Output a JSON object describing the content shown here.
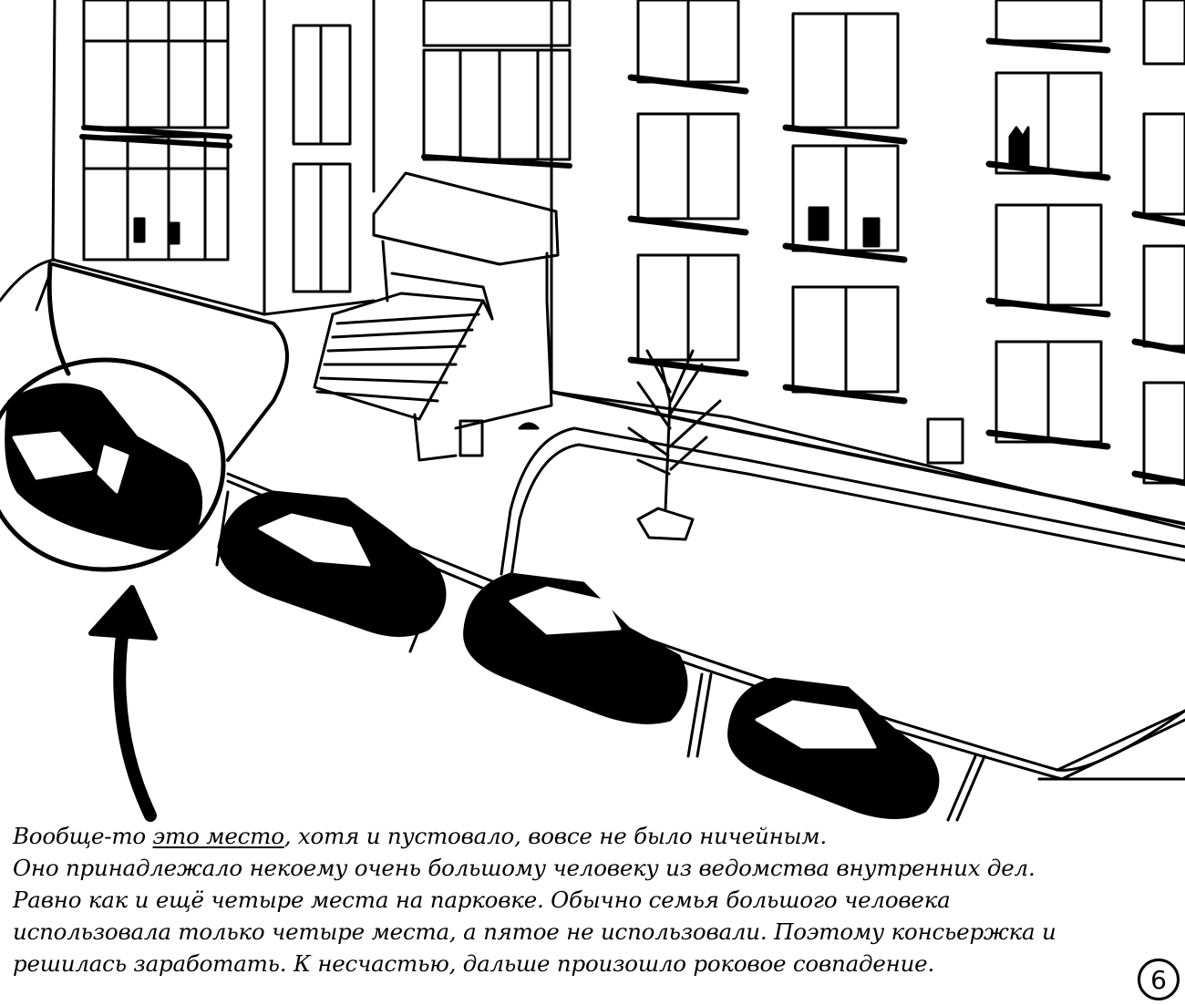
{
  "caption": {
    "line1": {
      "before": "Вообще-то ",
      "underlined": "это место",
      "after": ", хотя и пустовало, вовсе не было ничейным."
    },
    "line2": "Оно принадлежало некоему очень большому человеку из ведомства внутренних дел.",
    "line3": "Равно как и ещё четыре места на парковке. Обычно семья большого человека",
    "line4": "использовала только четыре места, а пятое не использовали. Поэтому консьержка и",
    "line5": "решилась заработать. К несчастью, дальше произошло роковое совпадение."
  },
  "page_number": "6",
  "colors": {
    "ink": "#000000",
    "paper": "#ffffff"
  }
}
